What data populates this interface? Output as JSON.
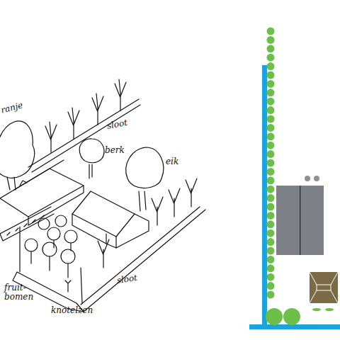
{
  "diagram": {
    "labels": [
      "ranje",
      "sloot",
      "berk",
      "eik",
      "fruit- bomen",
      "sloot",
      "knotelzen"
    ]
  }
}
